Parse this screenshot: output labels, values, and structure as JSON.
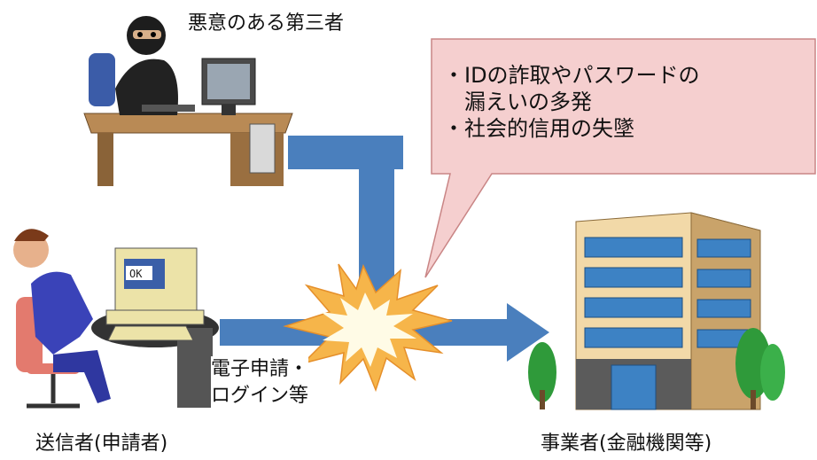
{
  "labels": {
    "attacker": "悪意のある第三者",
    "sender": "送信者(申請者)",
    "business": "事業者(金融機関等)",
    "action_line1": "電子申請・",
    "action_line2": "ログイン等"
  },
  "callout": {
    "line1": "・IDの詐取やパスワードの",
    "line2": "漏えいの多発",
    "line3": "・社会的信用の失墜"
  },
  "colors": {
    "arrow": "#4a7fbd",
    "callout_fill": "#f5cfcf",
    "callout_border": "#c98585",
    "burst_outer": "#f6b54a",
    "burst_inner": "#fffdf0"
  },
  "icons": {
    "attacker": "hacker-at-computer-icon",
    "sender": "user-at-computer-icon",
    "business": "office-building-icon",
    "burst": "explosion-burst-icon"
  }
}
